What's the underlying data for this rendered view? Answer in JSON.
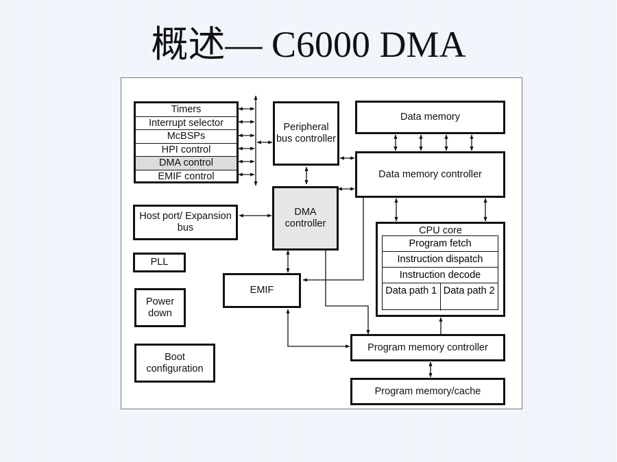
{
  "slide": {
    "title": "概述— C6000 DMA"
  },
  "diagram": {
    "peripheral_stack": [
      "Timers",
      "Interrupt selector",
      "McBSPs",
      "HPI control",
      "DMA control",
      "EMIF control"
    ],
    "peripheral_bus_controller": "Peripheral bus controller",
    "dma_controller": "DMA controller",
    "host_port": "Host port/ Expansion bus",
    "pll": "PLL",
    "power_down": "Power down",
    "boot_configuration": "Boot configuration",
    "emif": "EMIF",
    "data_memory": "Data memory",
    "data_memory_controller": "Data memory controller",
    "cpu_core": {
      "title": "CPU core",
      "program_fetch": "Program fetch",
      "instruction_dispatch": "Instruction dispatch",
      "instruction_decode": "Instruction decode",
      "data_path_1": "Data path 1",
      "data_path_2": "Data path 2"
    },
    "program_memory_controller": "Program memory controller",
    "program_memory_cache": "Program memory/cache",
    "colors": {
      "highlight": "#dcdcdc",
      "line": "#111111"
    }
  }
}
